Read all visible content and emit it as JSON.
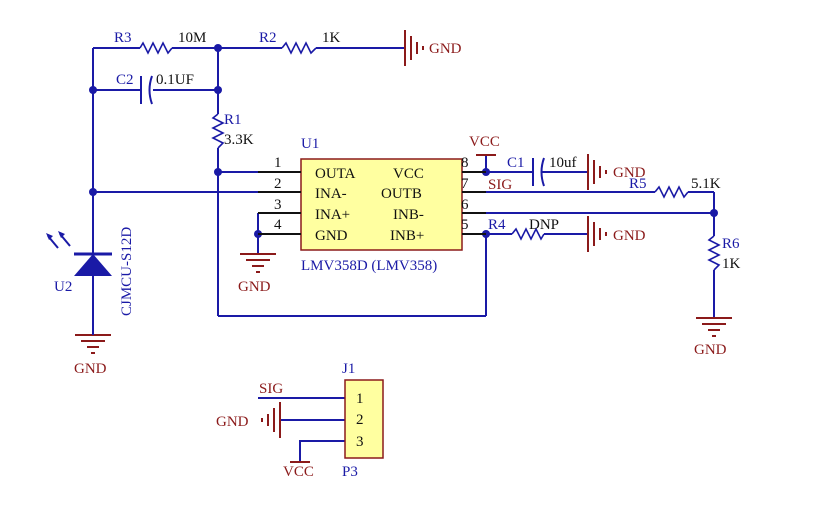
{
  "labels": {
    "r3": "R3",
    "r3_val": "10M",
    "r2": "R2",
    "r2_val": "1K",
    "gnd": "GND",
    "c2": "C2",
    "c2_val": "0.1UF",
    "r1": "R1",
    "r1_val": "3.3K",
    "u1": "U1",
    "vcc": "VCC",
    "c1": "C1",
    "c1_val": "10uf",
    "sig": "SIG",
    "r5": "R5",
    "r5_val": "5.1K",
    "r4": "R4",
    "r4_val": "DNP",
    "r6": "R6",
    "r6_val": "1K",
    "u2": "U2",
    "u2_part": "CJMCU-S12D",
    "ic_part": "LMV358D (LMV358)",
    "j1": "J1",
    "p3": "P3"
  },
  "ic_pins": {
    "left": [
      {
        "num": "1",
        "name": "OUTA"
      },
      {
        "num": "2",
        "name": "INA-"
      },
      {
        "num": "3",
        "name": "INA+"
      },
      {
        "num": "4",
        "name": "GND"
      }
    ],
    "right": [
      {
        "num": "8",
        "name": "VCC"
      },
      {
        "num": "7",
        "name": "OUTB"
      },
      {
        "num": "6",
        "name": "INB-"
      },
      {
        "num": "5",
        "name": "INB+"
      }
    ]
  },
  "connector_pins": [
    "1",
    "2",
    "3"
  ],
  "colors": {
    "wire": "#1a1aa6",
    "power": "#8b1a1a",
    "ic_fill": "#ffffa0",
    "ic_border": "#8b1a1a"
  }
}
